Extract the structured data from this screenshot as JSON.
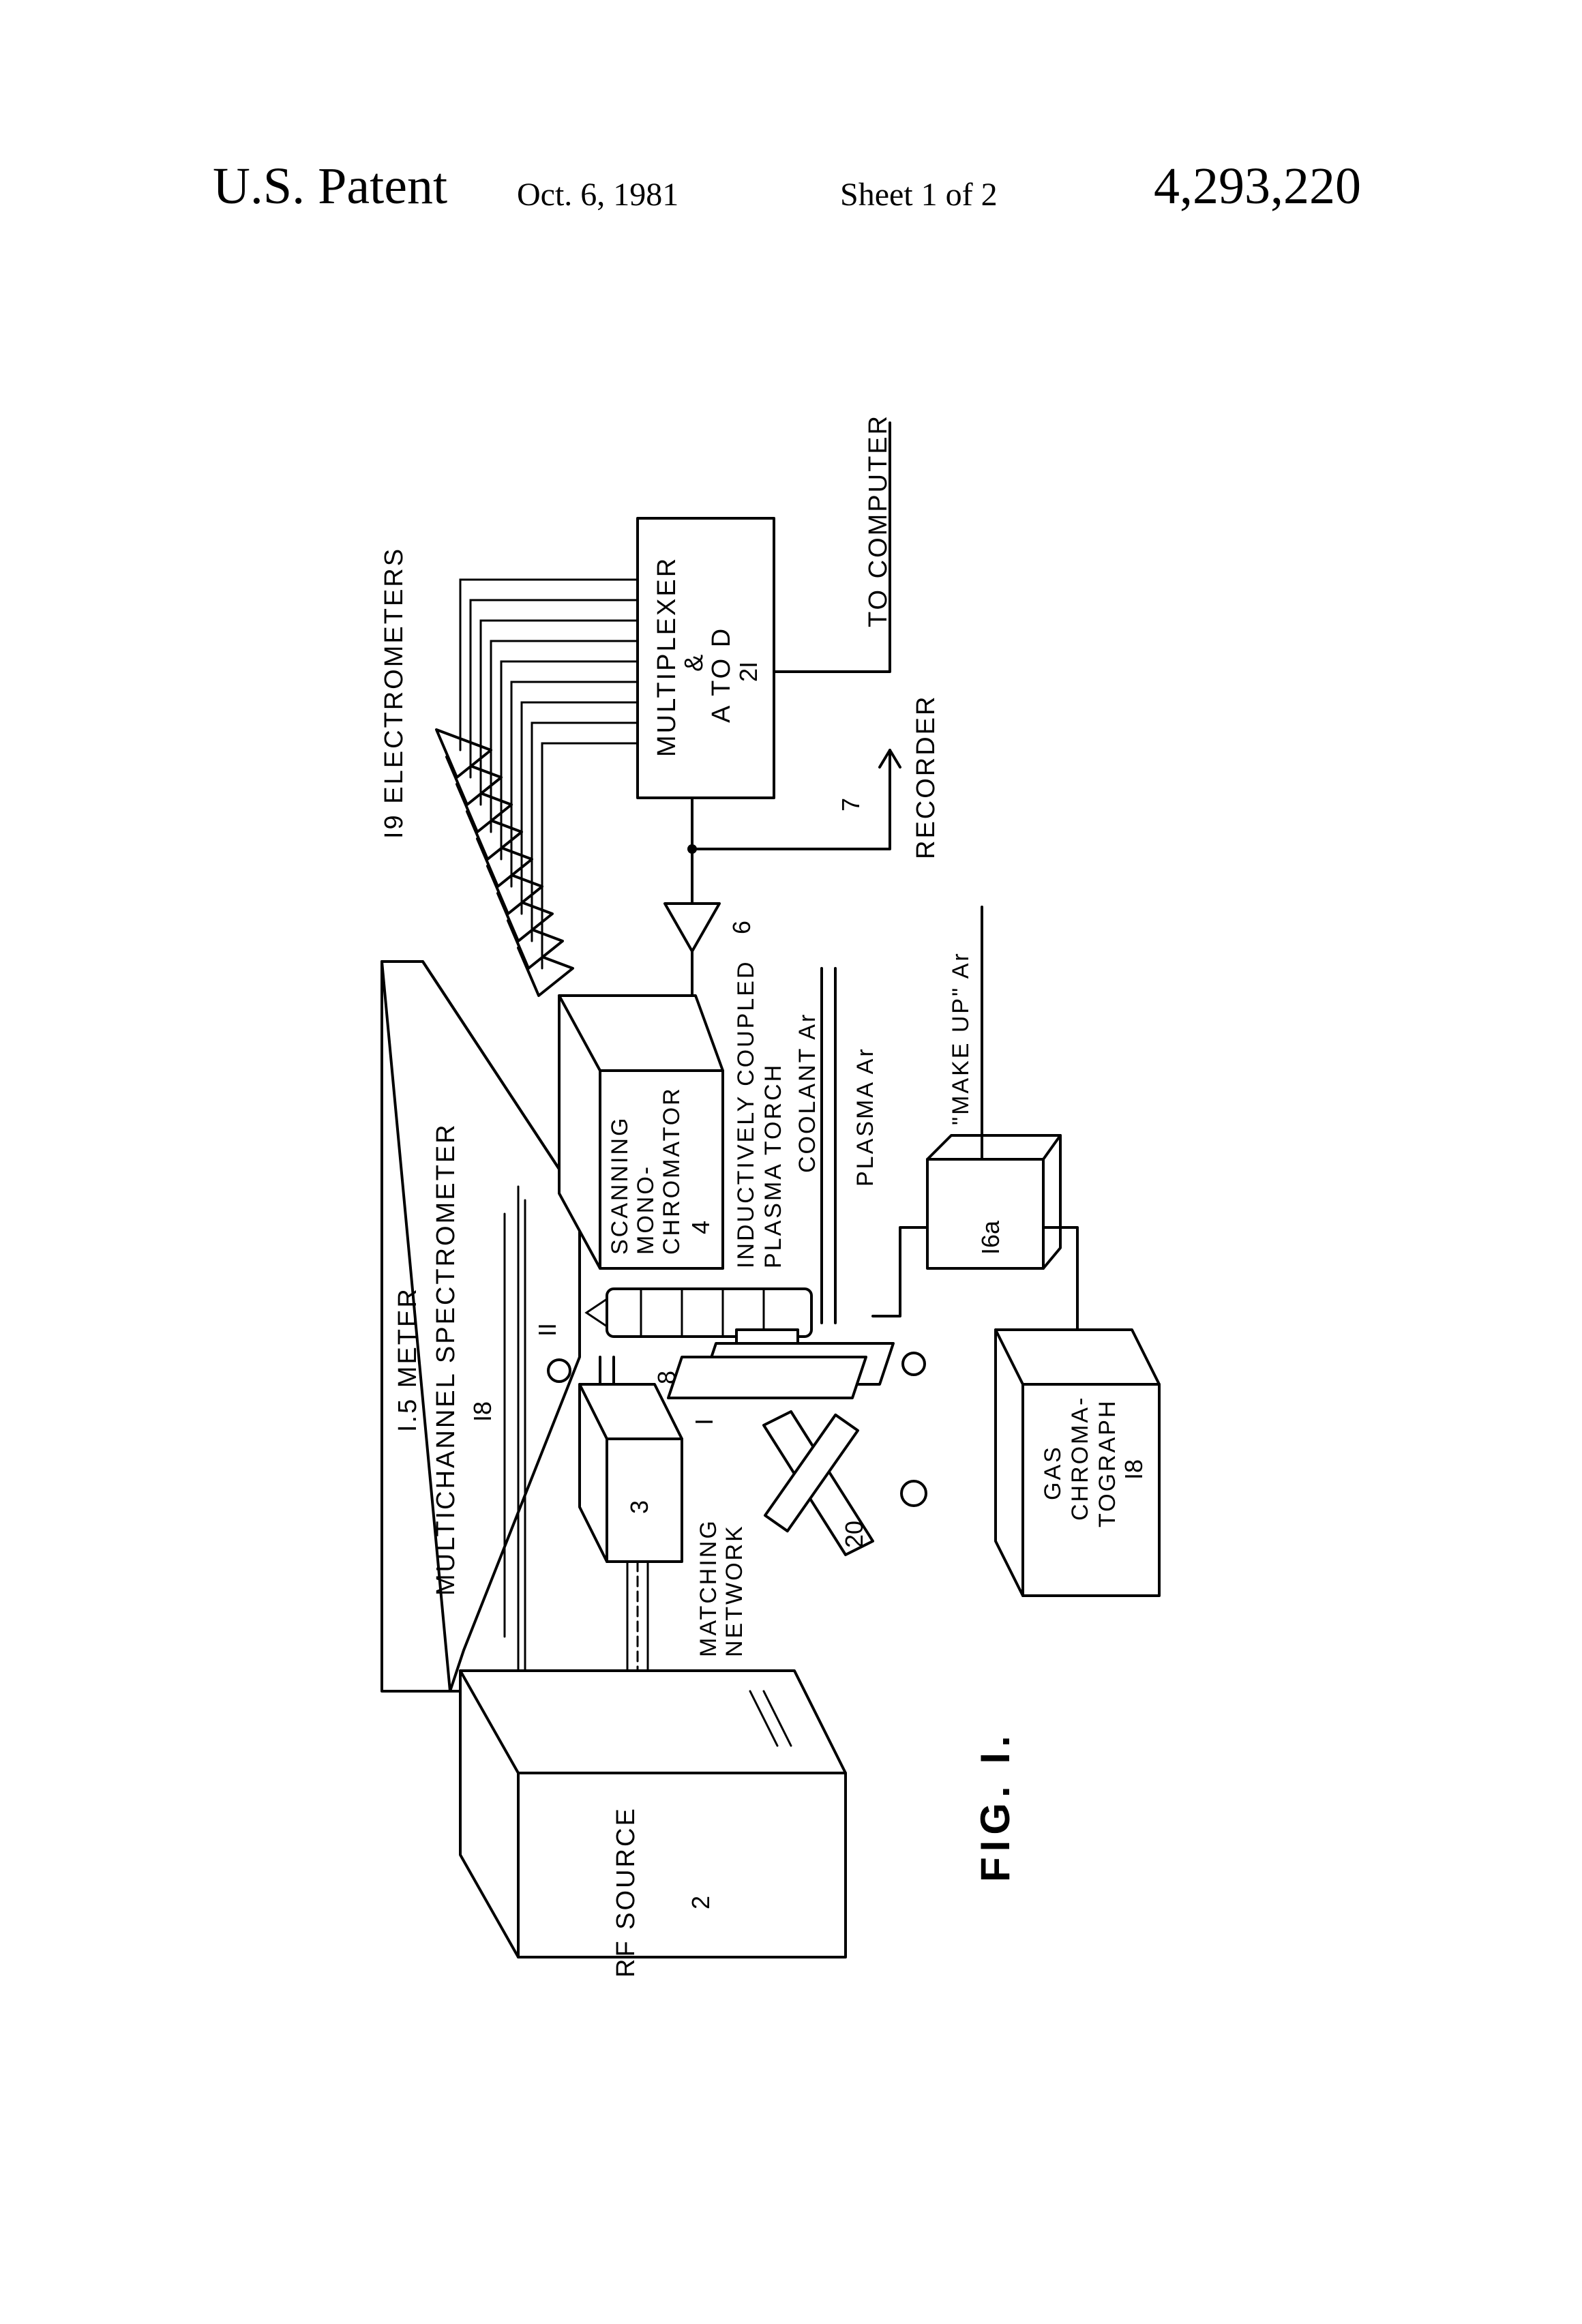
{
  "header": {
    "title": "U.S. Patent",
    "date": "Oct. 6, 1981",
    "sheet": "Sheet 1 of 2",
    "patent_number": "4,293,220"
  },
  "figure": {
    "caption": "FIG. I.",
    "labels": {
      "spectrometer_line1": "I.5 METER",
      "spectrometer_line2": "MULTICHANNEL SPECTROMETER",
      "spectrometer_ref": "I8",
      "electrometers": "I9 ELECTROMETERS",
      "multiplexer_line1": "MULTIPLEXER",
      "multiplexer_line2": "&",
      "multiplexer_line3": "A TO D",
      "multiplexer_ref": "2I",
      "to_computer": "TO COMPUTER",
      "recorder": "RECORDER",
      "recorder_ref": "7",
      "amplifier_ref": "6",
      "monochromator_line1": "SCANNING",
      "monochromator_line2": "MONO-",
      "monochromator_line3": "CHROMATOR",
      "monochromator_ref": "4",
      "torch_line1": "INDUCTIVELY COUPLED",
      "torch_line2": "PLASMA TORCH",
      "coolant": "COOLANT Ar",
      "plasma": "PLASMA Ar",
      "make_up": "\"MAKE UP\" Ar",
      "valve_ref": "I6a",
      "gc_line1": "GAS",
      "gc_line2": "CHROMA-",
      "gc_line3": "TOGRAPH",
      "gc_ref": "I8",
      "matching_line1": "MATCHING",
      "matching_line2": "NETWORK",
      "matching_ref": "3",
      "rf_source": "RF SOURCE",
      "rf_ref": "2",
      "ref_11": "II",
      "ref_8": "8",
      "ref_1": "I",
      "ref_20": "20"
    }
  }
}
